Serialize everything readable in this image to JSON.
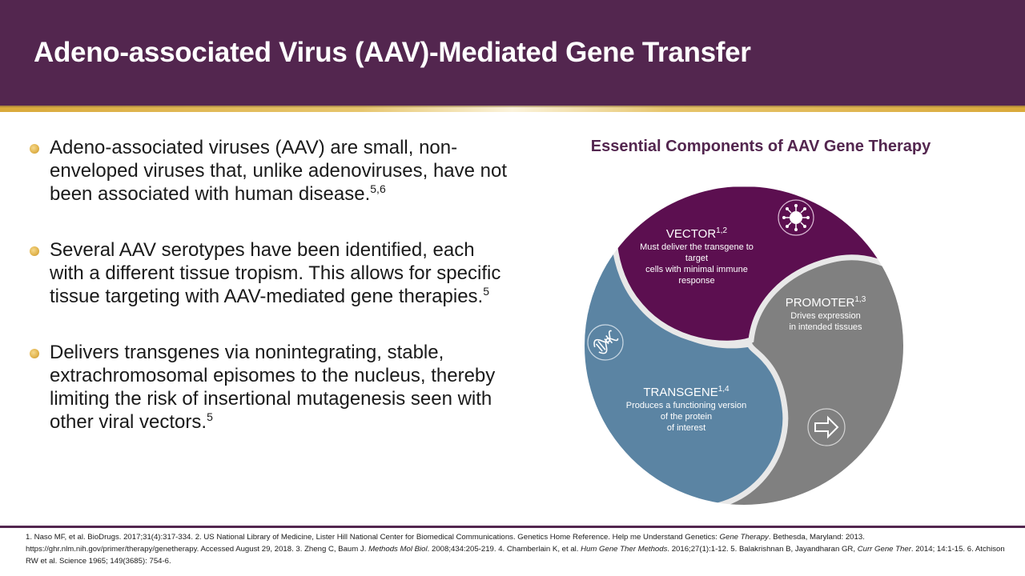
{
  "header": {
    "title": "Adeno-associated Virus (AAV)-Mediated Gene Transfer",
    "bg_color": "#53264f",
    "accent_color": "#d9a93a"
  },
  "bullets": [
    {
      "text": "Adeno-associated viruses (AAV) are small, non-enveloped viruses that, unlike adenoviruses, have not been associated with human disease.",
      "sup": "5,6"
    },
    {
      "text": "Several AAV serotypes have been identified, each with a different tissue tropism. This allows for specific tissue targeting with AAV-mediated gene therapies.",
      "sup": "5"
    },
    {
      "text": "Delivers transgenes via nonintegrating, stable, extrachromosomal episomes to the nucleus, thereby limiting the risk of insertional mutagenesis seen with other viral vectors.",
      "sup": "5"
    }
  ],
  "diagram": {
    "title": "Essential Components of AAV Gene Therapy",
    "segments": [
      {
        "name": "VECTOR",
        "sup": "1,2",
        "desc_lines": [
          "Must deliver the transgene to",
          "target",
          "cells with minimal immune",
          "response"
        ],
        "color": "#5c0f50",
        "icon": "virus-icon"
      },
      {
        "name": "PROMOTER",
        "sup": "1,3",
        "desc_lines": [
          "Drives expression",
          "in intended tissues"
        ],
        "color": "#808080",
        "icon": "arrow-right-icon"
      },
      {
        "name": "TRANSGENE",
        "sup": "1,4",
        "desc_lines": [
          "Produces a functioning version",
          "of the protein",
          "of interest"
        ],
        "color": "#5b84a3",
        "icon": "dna-icon"
      }
    ]
  },
  "references": {
    "r1": "1. Naso MF, et al. BioDrugs. 2017;31(4):317-334. 2. US National Library of Medicine, Lister Hill National Center for Biomedical Communications. Genetics Home Reference. Help me Understand Genetics: ",
    "r1_italic": "Gene Therapy",
    "r2": ". Bethesda, Maryland: 2013. https://ghr.nlm.nih.gov/primer/therapy/genetherapy. Accessed August 29, 2018. 3. Zheng C, Baum J. ",
    "r2_italic": "Methods Mol Biol",
    "r3": ". 2008;434:205-219. 4. Chamberlain K, et al. ",
    "r3_italic": "Hum Gene Ther Methods",
    "r4": ". 2016;27(1):1-12. 5. Balakrishnan B, Jayandharan GR, ",
    "r4_italic": "Curr Gene Ther",
    "r5": ". 2014; 14:1-15. 6. Atchison RW et al. Science 1965; 149(3685): 754-6."
  }
}
